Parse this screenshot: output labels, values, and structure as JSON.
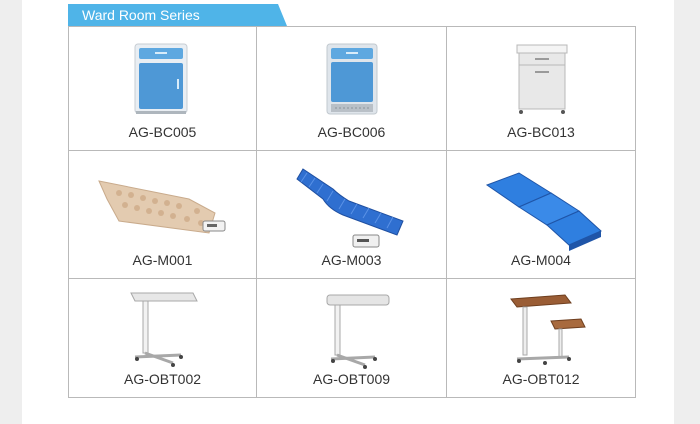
{
  "header": {
    "title": "Ward Room Series"
  },
  "products": [
    {
      "code": "AG-BC005",
      "icon": "blue-bedside-cabinet-icon"
    },
    {
      "code": "AG-BC006",
      "icon": "blue-bedside-cabinet-icon"
    },
    {
      "code": "AG-BC013",
      "icon": "white-bedside-cabinet-icon"
    },
    {
      "code": "AG-M001",
      "icon": "bubble-air-mattress-icon"
    },
    {
      "code": "AG-M003",
      "icon": "blue-tube-air-mattress-icon"
    },
    {
      "code": "AG-M004",
      "icon": "folding-foam-mattress-icon"
    },
    {
      "code": "AG-OBT002",
      "icon": "overbed-table-icon"
    },
    {
      "code": "AG-OBT009",
      "icon": "overbed-table-icon"
    },
    {
      "code": "AG-OBT012",
      "icon": "wooden-overbed-table-icon"
    }
  ],
  "colors": {
    "accent": "#4fb4e8",
    "cabinet_blue": "#5ea8e0",
    "mattress_blue": "#2f6fd0",
    "border": "#b9b9b9"
  }
}
